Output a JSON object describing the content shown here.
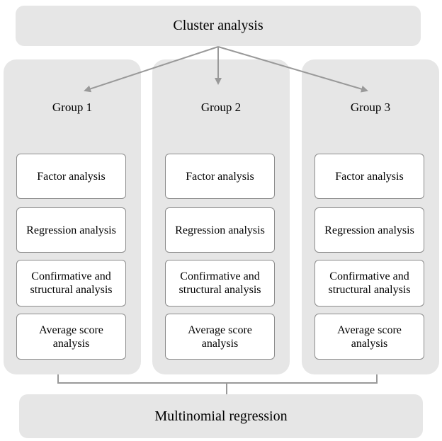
{
  "diagram": {
    "top_label": "Cluster analysis",
    "bottom_label": "Multinomial regression",
    "groups": [
      {
        "label": "Group 1",
        "steps": [
          "Factor analysis",
          "Regression analysis",
          "Confirmative and structural analysis",
          "Average score analysis"
        ]
      },
      {
        "label": "Group 2",
        "steps": [
          "Factor analysis",
          "Regression analysis",
          "Confirmative and structural analysis",
          "Average score analysis"
        ]
      },
      {
        "label": "Group 3",
        "steps": [
          "Factor analysis",
          "Regression analysis",
          "Confirmative and structural analysis",
          "Average score analysis"
        ]
      }
    ],
    "colors": {
      "panel_fill": "#e6e6e6",
      "box_fill": "#ffffff",
      "box_border": "#8c8c8c",
      "connector": "#999999"
    }
  }
}
